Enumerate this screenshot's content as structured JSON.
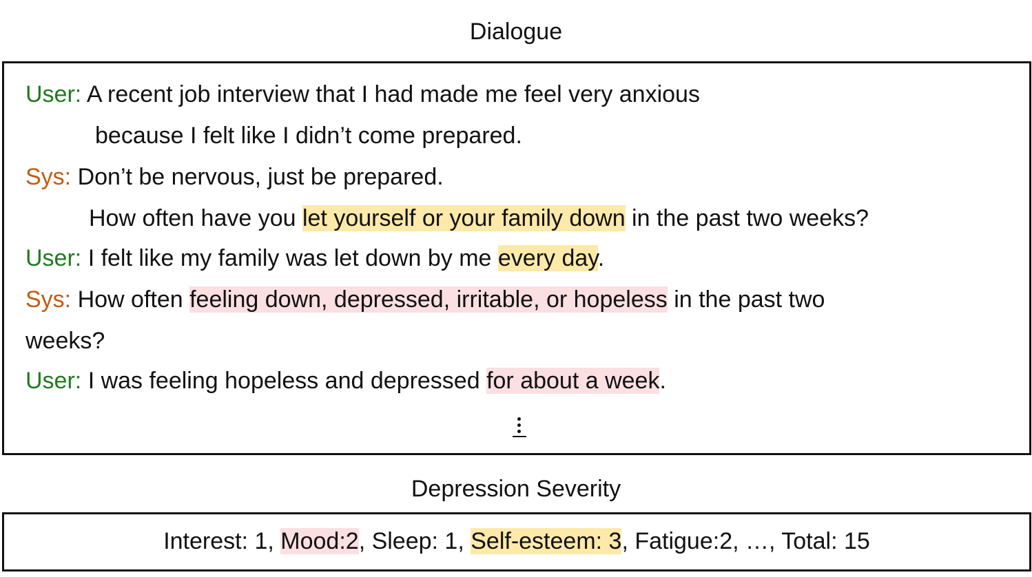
{
  "dialogue": {
    "title": "Dialogue",
    "turns": [
      {
        "speaker": "User:",
        "seg1": "A recent job interview that I had made me feel very anxious"
      },
      {
        "seg1": "because I felt like I didn’t come prepared."
      },
      {
        "speaker": "Sys:",
        "seg1": "Don’t be nervous, just be prepared."
      },
      {
        "seg1": "How often have you ",
        "hl": "let yourself or your family down",
        "seg2": " in the past two weeks?"
      },
      {
        "speaker": "User:",
        "seg1": "I felt like my family was let down by me ",
        "hl": "every day",
        "seg2": "."
      },
      {
        "speaker": "Sys:",
        "seg1": "How often ",
        "hl": "feeling down, depressed, irritable, or hopeless",
        "seg2": " in the past two"
      },
      {
        "seg1": "weeks?"
      },
      {
        "speaker": "User:",
        "seg1": "I was feeling hopeless and depressed ",
        "hl": "for about a week",
        "seg2": "."
      }
    ],
    "ellipsis": "⋮"
  },
  "severity": {
    "title": "Depression Severity",
    "seg1": "Interest: 1, ",
    "mood": "Mood:2",
    "seg2": ", Sleep: 1, ",
    "self_esteem": "Self-esteem: 3",
    "seg3": ", Fatigue:2,  …, Total: 15"
  },
  "colors": {
    "user_speaker": "#1f7a1f",
    "sys_speaker": "#c55a11",
    "highlight_yellow": "#fde9a9",
    "highlight_pink": "#fbdfe1"
  }
}
